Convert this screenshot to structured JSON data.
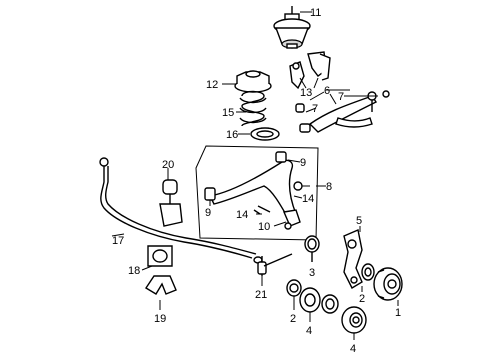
{
  "labels": {
    "l1": "1",
    "l2a": "2",
    "l2b": "2",
    "l3": "3",
    "l4a": "4",
    "l4b": "4",
    "l5": "5",
    "l6": "6",
    "l7a": "7",
    "l7b": "7",
    "l8": "8",
    "l9a": "9",
    "l9b": "9",
    "l10": "10",
    "l11": "11",
    "l12": "12",
    "l13": "13",
    "l14a": "14",
    "l14b": "14",
    "l15": "15",
    "l16": "16",
    "l17": "17",
    "l18": "18",
    "l19": "19",
    "l20": "20",
    "l21": "21"
  }
}
